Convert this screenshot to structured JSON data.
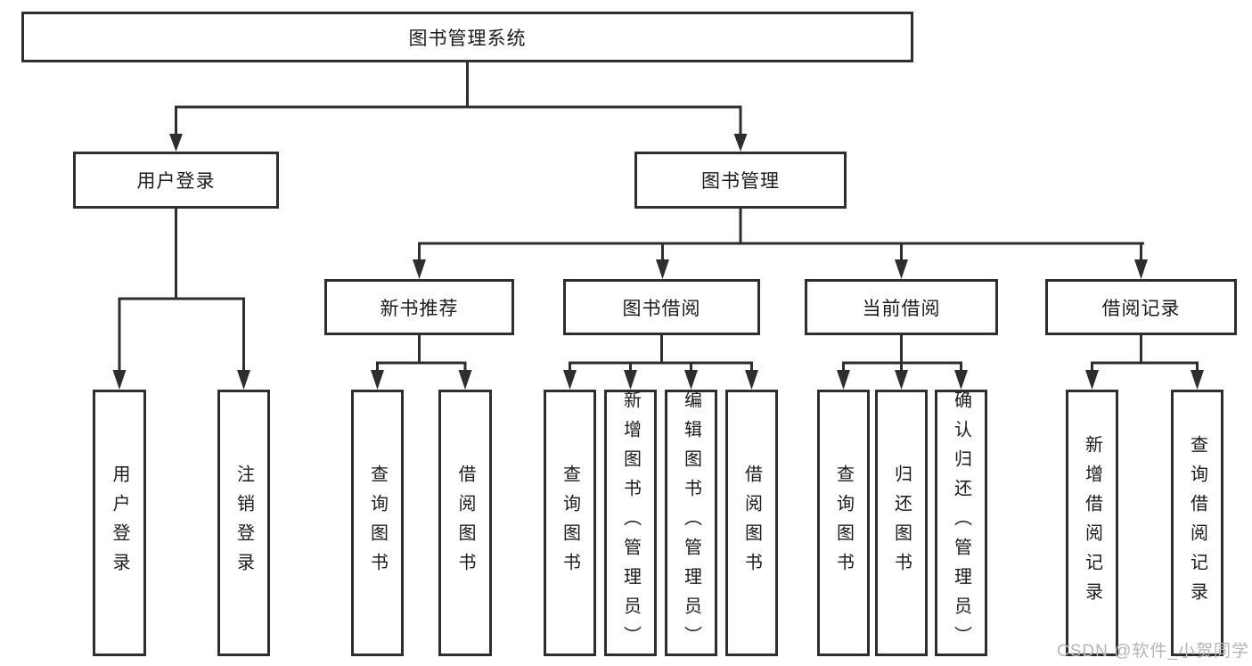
{
  "diagram": {
    "root": "图书管理系统",
    "user_login": {
      "label": "用户登录",
      "children": [
        "用户登录",
        "注销登录"
      ]
    },
    "book_mgmt": {
      "label": "图书管理",
      "sections": [
        {
          "label": "新书推荐",
          "children": [
            "查询图书",
            "借阅图书"
          ]
        },
        {
          "label": "图书借阅",
          "children": [
            "查询图书",
            "新增图书（管理员）",
            "编辑图书（管理员）",
            "借阅图书"
          ]
        },
        {
          "label": "当前借阅",
          "children": [
            "查询图书",
            "归还图书",
            "确认归还（管理员）"
          ]
        },
        {
          "label": "借阅记录",
          "children": [
            "新增借阅记录",
            "查询借阅记录"
          ]
        }
      ]
    }
  },
  "watermark": "CSDN @软件_小贺同学",
  "colors": {
    "line": "#2e2e2e",
    "box_border": "#2e2e2e",
    "box_fill": "#ffffff",
    "text": "#1b1b1b",
    "watermark": "#b5b5b5",
    "background": "#ffffff"
  }
}
